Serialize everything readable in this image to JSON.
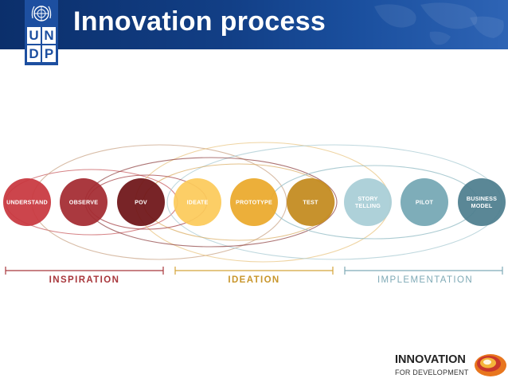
{
  "header": {
    "title": "Innovation process"
  },
  "undp_logo": {
    "letters": [
      "U",
      "N",
      "D",
      "P"
    ]
  },
  "stages": [
    {
      "lines": [
        "UNDERSTAND"
      ],
      "color": "#c8373e"
    },
    {
      "lines": [
        "OBSERVE"
      ],
      "color": "#a42a30"
    },
    {
      "lines": [
        "POV"
      ],
      "color": "#6e1317"
    },
    {
      "lines": [
        "IDEATE"
      ],
      "color": "#fcca5a"
    },
    {
      "lines": [
        "PROTOTYPE"
      ],
      "color": "#eba92b"
    },
    {
      "lines": [
        "TEST"
      ],
      "color": "#c38a1d"
    },
    {
      "lines": [
        "STORY",
        "TELLING"
      ],
      "color": "#a8cdd6"
    },
    {
      "lines": [
        "PILOT"
      ],
      "color": "#74a7b4"
    },
    {
      "lines": [
        "BUSINESS",
        "MODEL"
      ],
      "color": "#4e7e8e"
    }
  ],
  "phases": [
    {
      "label": "INSPIRATION",
      "color": "#a8373c"
    },
    {
      "label": "IDEATION",
      "color": "#d4a43a"
    },
    {
      "label": "IMPLEMENTATION",
      "color": "#7faab6"
    }
  ],
  "footer": {
    "title": "INNOVATION",
    "subtitle": "FOR DEVELOPMENT"
  }
}
